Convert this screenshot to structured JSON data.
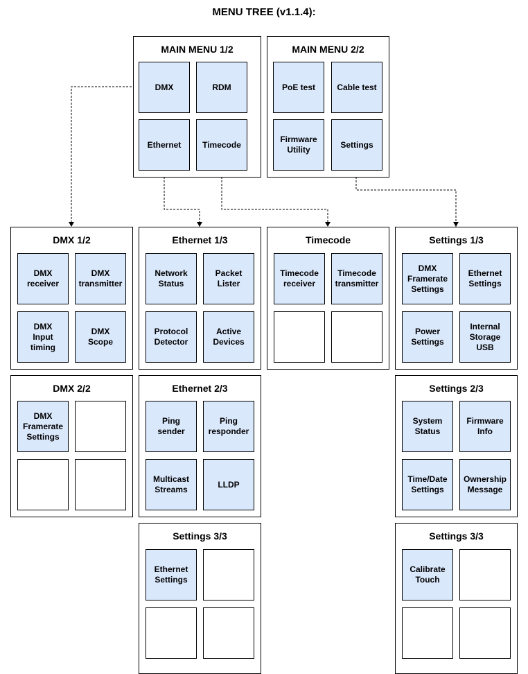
{
  "title": "MENU TREE (v1.1.4):",
  "colors": {
    "cell_fill": "#dae8fc",
    "border": "#000000",
    "connector": "#000000"
  },
  "panels": {
    "main1": {
      "title": "MAIN MENU 1/2",
      "items": [
        "DMX",
        "RDM",
        "Ethernet",
        "Timecode"
      ]
    },
    "main2": {
      "title": "MAIN MENU 2/2",
      "items": [
        "PoE test",
        "Cable test",
        "Firmware\nUtility",
        "Settings"
      ]
    },
    "dmx1": {
      "title": "DMX 1/2",
      "items": [
        "DMX\nreceiver",
        "DMX\ntransmitter",
        "DMX\nInput\ntiming",
        "DMX\nScope"
      ]
    },
    "eth1": {
      "title": "Ethernet 1/3",
      "items": [
        "Network\nStatus",
        "Packet\nLister",
        "Protocol\nDetector",
        "Active\nDevices"
      ]
    },
    "timecode": {
      "title": "Timecode",
      "items": [
        "Timecode\nreceiver",
        "Timecode\ntransmitter",
        "",
        ""
      ]
    },
    "set1": {
      "title": "Settings 1/3",
      "items": [
        "DMX\nFramerate\nSettings",
        "Ethernet\nSettings",
        "Power\nSettings",
        "Internal\nStorage\nUSB"
      ]
    },
    "dmx2": {
      "title": "DMX 2/2",
      "items": [
        "DMX\nFramerate\nSettings",
        "",
        "",
        ""
      ]
    },
    "eth2": {
      "title": "Ethernet 2/3",
      "items": [
        "Ping\nsender",
        "Ping\nresponder",
        "Multicast\nStreams",
        "LLDP"
      ]
    },
    "set2": {
      "title": "Settings 2/3",
      "items": [
        "System\nStatus",
        "Firmware\nInfo",
        "Time/Date\nSettings",
        "Ownership\nMessage"
      ]
    },
    "eth3": {
      "title": "Settings 3/3",
      "items": [
        "Ethernet\nSettings",
        "",
        "",
        ""
      ]
    },
    "set3": {
      "title": "Settings 3/3",
      "items": [
        "Calibrate\nTouch",
        "",
        "",
        ""
      ]
    }
  },
  "connections": [
    {
      "from": "DMX",
      "to": "DMX 1/2"
    },
    {
      "from": "Ethernet",
      "to": "Ethernet 1/3"
    },
    {
      "from": "Timecode",
      "to": "Timecode"
    },
    {
      "from": "Settings",
      "to": "Settings 1/3"
    }
  ]
}
